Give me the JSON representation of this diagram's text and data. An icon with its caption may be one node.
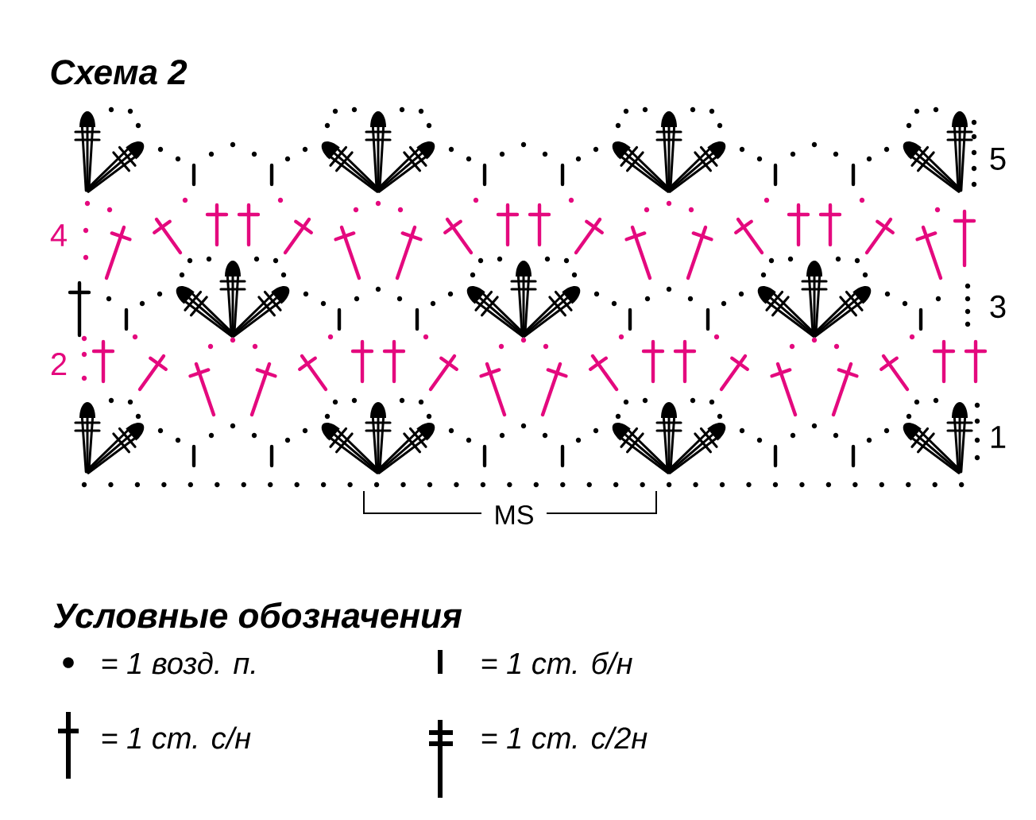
{
  "diagram": {
    "title": "Схема 2",
    "labels": [
      "5",
      "4",
      "3",
      "2",
      "1",
      "MS",
      "Условные обозначения"
    ],
    "legend": [
      {
        "text": "= 1 возд. п."
      },
      {
        "text": "= 1 ст. б/н"
      },
      {
        "text": "= 1 ст. с/н"
      },
      {
        "text": "= 1 ст. с/2н"
      }
    ]
  }
}
